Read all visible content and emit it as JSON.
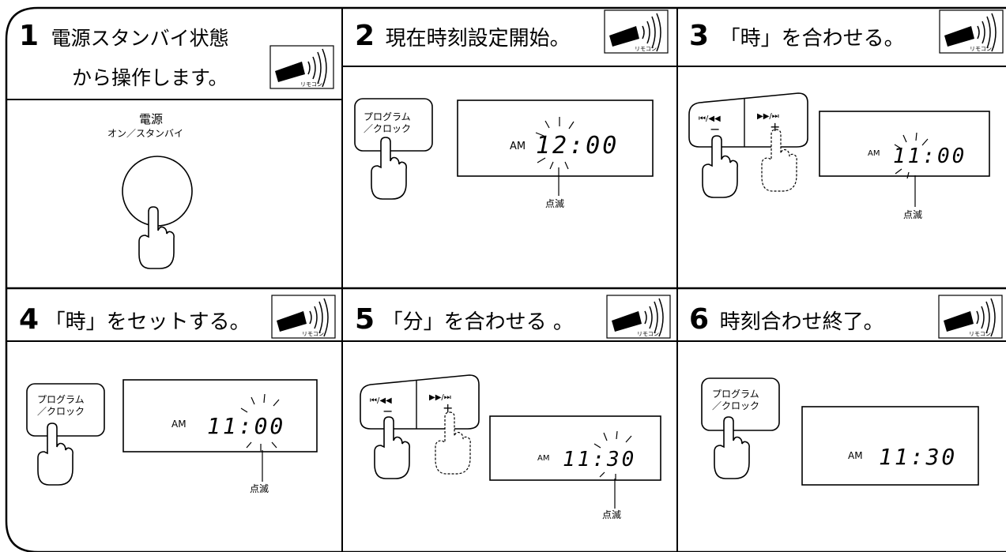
{
  "steps": [
    {
      "num": "1",
      "title_line1": "電源スタンバイ状態",
      "title_line2": "から操作します。",
      "label1": "電源",
      "label2": "オン／スタンバイ"
    },
    {
      "num": "2",
      "title": "現在時刻設定開始。",
      "button1": "プログラム",
      "button2": "／クロック",
      "am": "AM",
      "display": "12:00",
      "blink": "点滅"
    },
    {
      "num": "3",
      "title": "「時」を合わせる。",
      "btn_left_icon": "⏮/◀◀",
      "btn_left_sign": "−",
      "btn_right_icon": "▶▶/⏭",
      "btn_right_sign": "+",
      "am": "AM",
      "display": "11:00",
      "blink": "点滅"
    },
    {
      "num": "4",
      "title": "「時」をセットする。",
      "button1": "プログラム",
      "button2": "／クロック",
      "am": "AM",
      "display": "11:00",
      "blink": "点滅"
    },
    {
      "num": "5",
      "title": "「分」を合わせる 。",
      "btn_left_icon": "⏮/◀◀",
      "btn_left_sign": "−",
      "btn_right_icon": "▶▶/⏭",
      "btn_right_sign": "+",
      "am": "AM",
      "display": "11:30",
      "blink": "点滅"
    },
    {
      "num": "6",
      "title": "時刻合わせ終了。",
      "button1": "プログラム",
      "button2": "／クロック",
      "am": "AM",
      "display": "11:30"
    }
  ],
  "remote_label": "リモコン"
}
